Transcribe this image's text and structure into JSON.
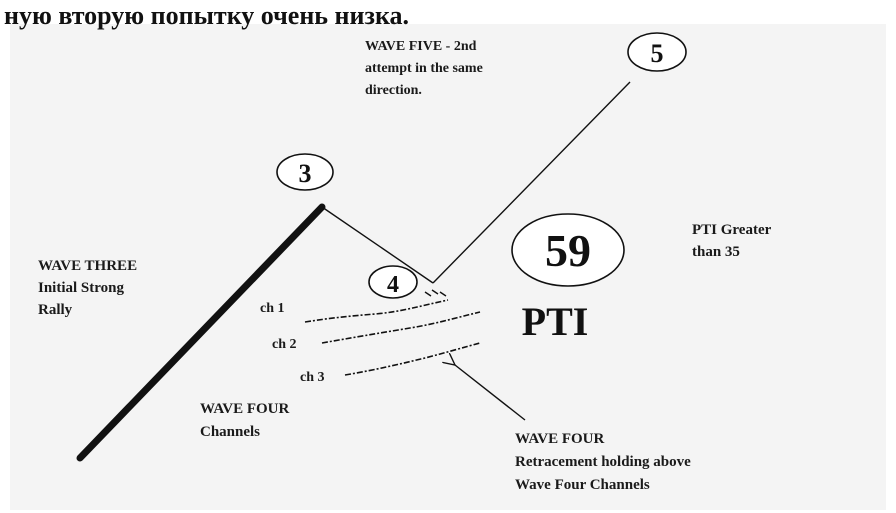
{
  "top_caption": "ную вторую попытку очень низка.",
  "wave_five_note": [
    "WAVE FIVE - 2nd",
    "attempt in the same",
    "direction."
  ],
  "wave_three_note": [
    "WAVE THREE",
    "Initial Strong",
    "Rally"
  ],
  "wave_four_channels_note": [
    "WAVE FOUR",
    "Channels"
  ],
  "wave_four_retrace_note": [
    "WAVE FOUR",
    "Retracement holding above",
    "Wave Four Channels"
  ],
  "pti_note": [
    "PTI Greater",
    "than 35"
  ],
  "markers": {
    "wave3": "3",
    "wave4": "4",
    "wave5": "5"
  },
  "pti_value": "59",
  "pti_label": "PTI",
  "channels": [
    "ch 1",
    "ch 2",
    "ch 3"
  ],
  "colors": {
    "ink": "#111111",
    "background": "#f4f4f4"
  }
}
